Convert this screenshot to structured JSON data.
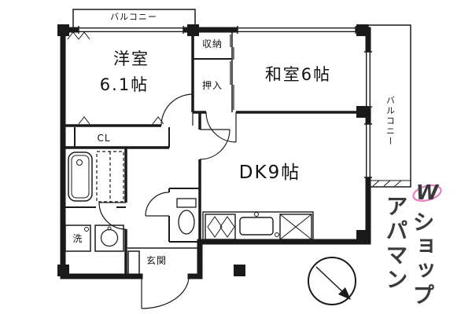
{
  "rooms": {
    "balcony_top": "バルコニー",
    "balcony_right": "バルコニー",
    "western": {
      "name": "洋室",
      "size": "6.1帖"
    },
    "japanese": "和室6帖",
    "dk": "DK9帖",
    "storage": "収納",
    "oshiire": "押入",
    "closet": "CL",
    "entrance": "玄関",
    "laundry": "洗"
  },
  "watermark": {
    "logo": "W",
    "col1": "アパマン",
    "col2": "ショップ",
    "color": "#e75fae"
  },
  "colors": {
    "line": "#1a1a1a",
    "bg": "#ffffff"
  }
}
